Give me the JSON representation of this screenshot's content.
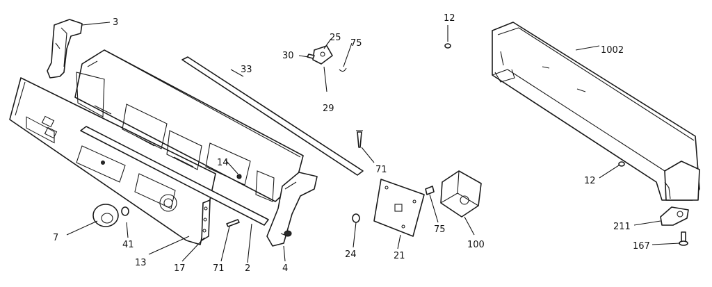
{
  "callouts": {
    "c1002": "1002",
    "c3": "3",
    "c33": "33",
    "c30": "30",
    "c25": "25",
    "c75a": "75",
    "c29": "29",
    "c12a": "12",
    "c14": "14",
    "c71a": "71",
    "c12b": "12",
    "c7": "7",
    "c41": "41",
    "c13": "13",
    "c17": "17",
    "c71b": "71",
    "c2": "2",
    "c4": "4",
    "c24": "24",
    "c21": "21",
    "c75b": "75",
    "c100": "100",
    "c211": "211",
    "c167": "167"
  }
}
